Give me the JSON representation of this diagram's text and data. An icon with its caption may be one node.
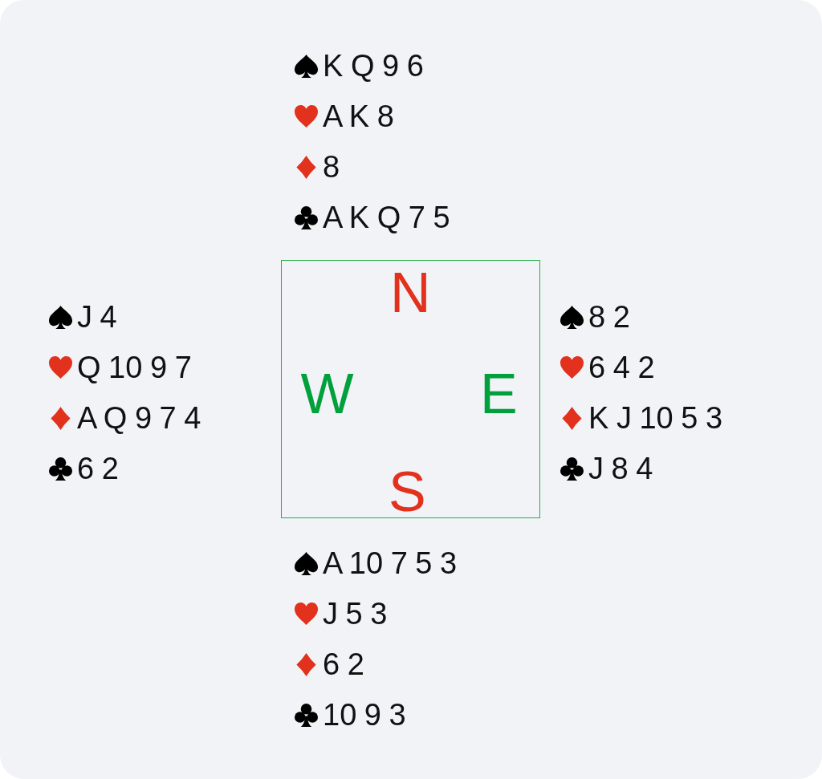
{
  "diagram": {
    "nodes": [
      {
        "text": [
          "N",
          "W",
          "E",
          "S"
        ]
      }
    ],
    "labels": [
      "K Q 9 6",
      "A K 8",
      "8",
      "A K Q 7 5",
      "J 4",
      "Q 10 9 7",
      "A Q 9 7 4",
      "6 2",
      "8 2",
      "6 4 2",
      "K J 10 5 3",
      "J 8 4",
      "A 10 7 5 3",
      "J 5 3",
      "6 2",
      "10 9 3"
    ]
  }
}
